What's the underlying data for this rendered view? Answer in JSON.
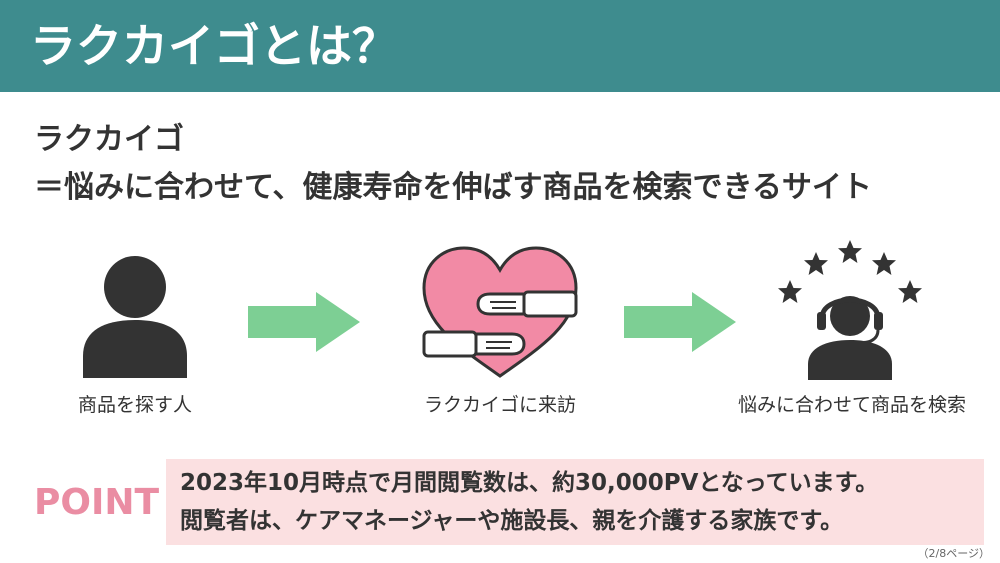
{
  "header": {
    "title": "ラクカイゴとは？",
    "bg_color": "#3e8c8e"
  },
  "lead": {
    "name": "ラクカイゴ",
    "description": "＝悩みに合わせて、健康寿命を伸ばす商品を検索できるサイト"
  },
  "flow": {
    "steps": [
      {
        "icon": "person-icon",
        "label": "商品を探す人"
      },
      {
        "icon": "heart-hug-icon",
        "label": "ラクカイゴに来訪"
      },
      {
        "icon": "support-stars-icon",
        "label": "悩みに合わせて商品を検索"
      }
    ],
    "arrow_color": "#7dcf94"
  },
  "point": {
    "label": "POINT",
    "label_color": "#ea8da3",
    "box_color": "#fbe0e1",
    "lines": [
      "2023年10月時点で月間閲覧数は、約30,000PVとなっています。",
      "閲覧者は、ケアマネージャーや施設長、親を介護する家族です。"
    ]
  },
  "page": {
    "indicator": "（2/8ページ）"
  }
}
